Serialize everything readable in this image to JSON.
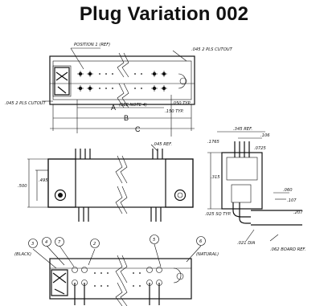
{
  "title": "Plug Variation 002",
  "labels": {
    "position": "POSITION 1 (REF)",
    "cutout_top_right": ".045 2 PLS CUTOUT",
    "cutout_left": ".045 2 PLS CUTOUT",
    "see_note": "(SEE NOTE 4)",
    "dim_a": "A",
    "dim_b": "B",
    "dim_c": "C",
    "typ_150": ".150 TYP.",
    "typ_050": ".050 TYP.",
    "ref_045": ".045 REF.",
    "h_495": ".495",
    "h_500": ".500",
    "side_345": ".345 REF.",
    "side_106": ".106",
    "side_1765": ".1765",
    "side_0725": ".0725",
    "side_315": ".315",
    "side_060": ".060",
    "side_107": ".107",
    "side_025": ".025 SQ TYP.",
    "side_207": ".207",
    "side_021": ".021 DIA",
    "side_062": ".062 BOARD REF.",
    "black": "(BLACK)",
    "natural": "(NATURAL)",
    "bubble_3": "3",
    "bubble_4": "4",
    "bubble_7": "7",
    "bubble_2": "2",
    "bubble_5": "5",
    "bubble_6": "6"
  }
}
